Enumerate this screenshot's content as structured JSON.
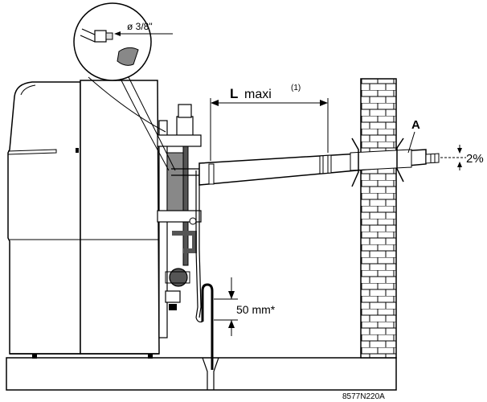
{
  "labels": {
    "diameter": "ø 3/8\"",
    "length_letter": "L",
    "length_text": "maxi",
    "length_note": "(1)",
    "terminal": "A",
    "slope": "2%",
    "siphon_height": "50 mm*",
    "reference": "8577N220A"
  },
  "colors": {
    "line": "#000000",
    "fill": "#ffffff",
    "dark": "#555555",
    "mid": "#888888"
  }
}
